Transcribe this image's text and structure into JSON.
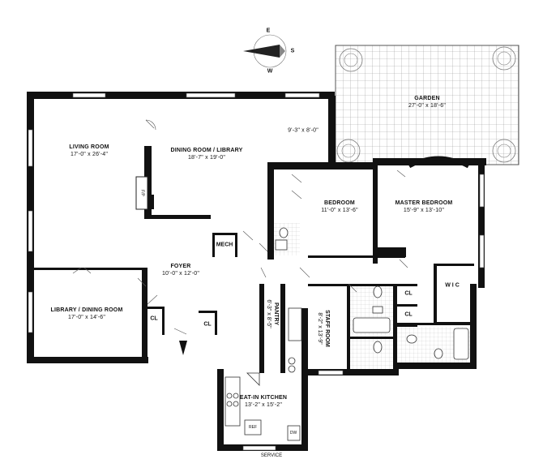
{
  "compass": {
    "e": "E",
    "s": "S",
    "w": "W"
  },
  "rooms": {
    "garden": {
      "name": "GARDEN",
      "dims": "27'-0\" x 18'-6\""
    },
    "living_room": {
      "name": "LIVING ROOM",
      "dims": "17'-0\" x 26'-4\""
    },
    "dining_library": {
      "name": "DINING ROOM / LIBRARY",
      "dims": "18'-7\" x 19'-0\""
    },
    "alcove": {
      "dims": "9'-3\" x 8'-0\""
    },
    "bedroom": {
      "name": "BEDROOM",
      "dims": "11'-0\" x 13'-6\""
    },
    "master_bedroom": {
      "name": "MASTER BEDROOM",
      "dims": "15'-9\" x 13'-10\""
    },
    "foyer": {
      "name": "FOYER",
      "dims": "10'-0\" x 12'-0\""
    },
    "library_dining": {
      "name": "LIBRARY / DINING ROOM",
      "dims": "17'-0\" x 14'-6\""
    },
    "pantry": {
      "name": "PANTRY",
      "dims": "6'-3\" x 8'-5\""
    },
    "staff_room": {
      "name": "STAFF ROOM",
      "dims": "8'-2\" x 13'-9\""
    },
    "kitchen": {
      "name": "EAT-IN KITCHEN",
      "dims": "13'-2\" x 15'-2\""
    }
  },
  "labels": {
    "mech": "MECH",
    "cl": "CL",
    "wic": "W I C",
    "fp": "F/P",
    "ref": "REF",
    "dw": "DW",
    "service": "SERVICE"
  }
}
